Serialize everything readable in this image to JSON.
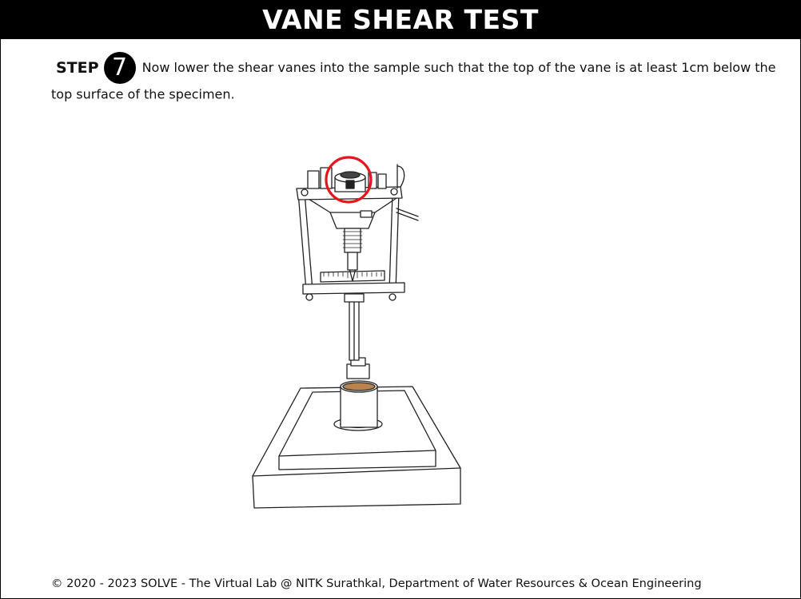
{
  "header": {
    "title": "VANE SHEAR TEST"
  },
  "step": {
    "label": "STEP",
    "number": "7",
    "instruction": "Now lower the shear vanes into the sample such that the top of the vane is at least 1cm below the top surface of the specimen."
  },
  "apparatus": {
    "highlight_color": "#e8141c",
    "sample_color": "#b8834f"
  },
  "footer": {
    "copyright": "© 2020 - 2023 SOLVE - The Virtual Lab @ NITK Surathkal, Department of Water Resources & Ocean Engineering"
  }
}
